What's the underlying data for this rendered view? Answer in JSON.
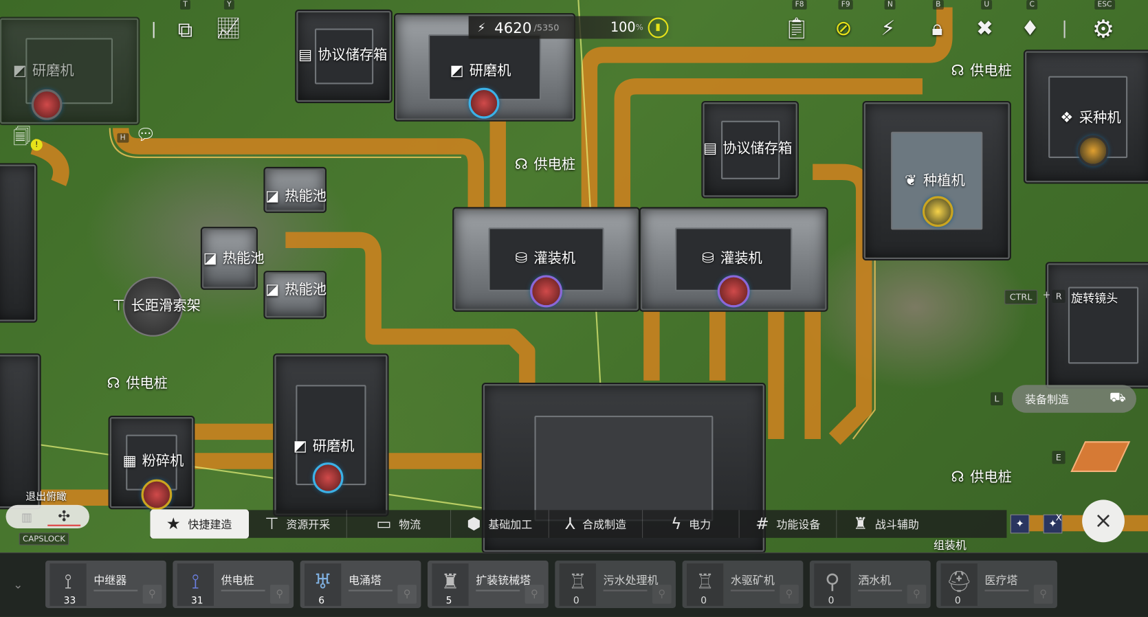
{
  "hud": {
    "key_t": "T",
    "key_y": "Y",
    "key_h": "H",
    "power_current": "4620",
    "power_max": "/5350",
    "efficiency": "100",
    "efficiency_unit": "%",
    "top_keys": [
      "F8",
      "F9",
      "N",
      "B",
      "U",
      "C",
      "ESC"
    ],
    "exit_overview": "退出俯瞰",
    "capslock": "CAPSLOCK",
    "rotate_key1": "CTRL",
    "rotate_plus": "+",
    "rotate_key2": "R",
    "rotate_label": "旋转镜头",
    "equip_key": "L",
    "equip_label": "装备制造",
    "e_key": "E",
    "x_key": "X"
  },
  "world_labels": {
    "grinder_tl": "研磨机",
    "storage_top": "协议储存箱",
    "grinder_top": "研磨机",
    "power_pylon_top": "供电桩",
    "seed_picker": "采种机",
    "storage_mid": "协议储存箱",
    "planter": "种植机",
    "power_pylon_mid": "供电桩",
    "thermal_1": "热能池",
    "thermal_2": "热能池",
    "thermal_3": "热能池",
    "zipline": "长距滑索架",
    "filler_left": "灌装机",
    "filler_right": "灌装机",
    "power_pylon_left": "供电桩",
    "crusher": "粉碎机",
    "grinder_bottom": "研磨机",
    "power_pylon_right": "供电桩",
    "partial_bottom": "组装机"
  },
  "tabs": [
    {
      "label": "快捷建造",
      "icon": "★"
    },
    {
      "label": "资源开采",
      "icon": "⊤"
    },
    {
      "label": "物流",
      "icon": "▭"
    },
    {
      "label": "基础加工",
      "icon": "⬢"
    },
    {
      "label": "合成制造",
      "icon": "⅄"
    },
    {
      "label": "电力",
      "icon": "ϟ"
    },
    {
      "label": "功能设备",
      "icon": "#"
    },
    {
      "label": "战斗辅助",
      "icon": "♜"
    }
  ],
  "cards": [
    {
      "name": "中继器",
      "count": "33"
    },
    {
      "name": "供电桩",
      "count": "31"
    },
    {
      "name": "电涌塔",
      "count": "6"
    },
    {
      "name": "扩装铳械塔",
      "count": "5"
    },
    {
      "name": "污水处理机",
      "count": "0"
    },
    {
      "name": "水驱矿机",
      "count": "0"
    },
    {
      "name": "洒水机",
      "count": "0"
    },
    {
      "name": "医疗塔",
      "count": "0"
    }
  ]
}
